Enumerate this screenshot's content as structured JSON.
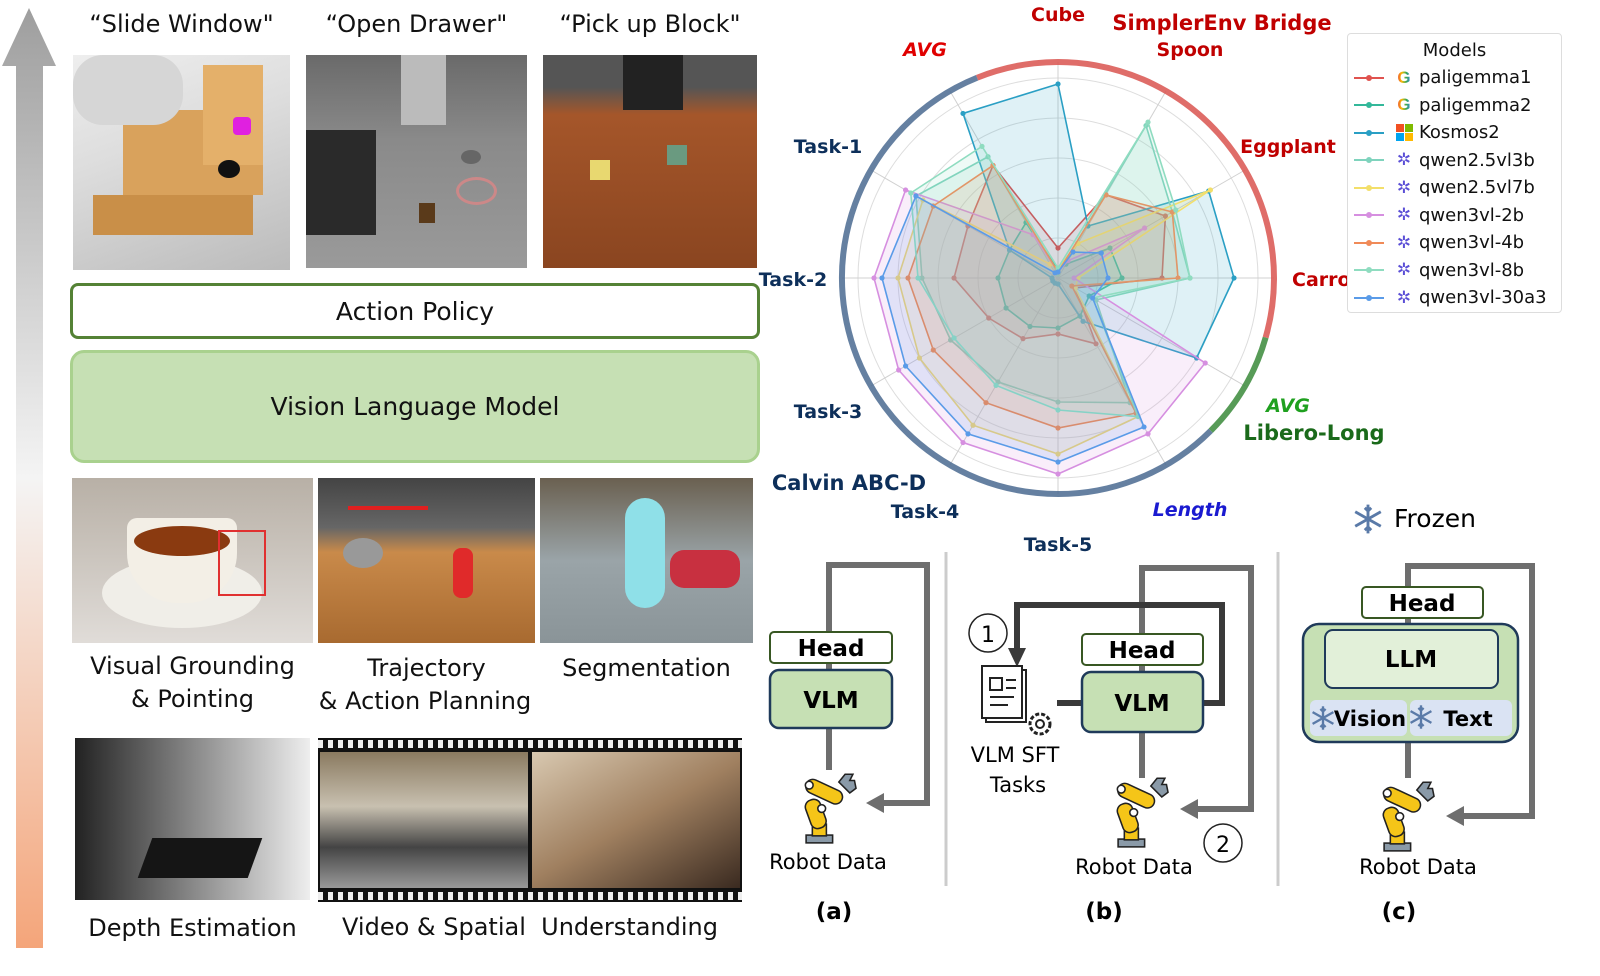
{
  "left": {
    "tasks_top": [
      "“Slide Window\"",
      "“Open Drawer\"",
      "“Pick up Block\""
    ],
    "action_policy": "Action Policy",
    "vlm": "Vision Language Model",
    "caps": {
      "grounding_1": "Visual Grounding",
      "grounding_2": "& Pointing",
      "trajectory_1": "Trajectory",
      "trajectory_2": "& Action Planning",
      "segmentation": "Segmentation",
      "depth": "Depth Estimation",
      "video": "Video & Spatial  Understanding"
    },
    "arrow_colors": [
      "#9e9e9e",
      "#ffffff",
      "#f4a57a"
    ]
  },
  "chart_data": {
    "type": "radar",
    "groups": [
      {
        "name": "SimplerEnv Bridge",
        "color": "#d9534f"
      },
      {
        "name": "Libero-Long",
        "color": "#3a8a3a"
      },
      {
        "name": "Calvin ABC-D",
        "color": "#4a6a90"
      }
    ],
    "axes": [
      "Cube",
      "Spoon",
      "Eggplant",
      "Carrot",
      "AVG",
      "Length",
      "Task-5",
      "Task-4",
      "Task-3",
      "Task-2",
      "Task-1",
      "AVG"
    ],
    "axis_colors": [
      "#c00000",
      "#c00000",
      "#c00000",
      "#c00000",
      "#1fa01f",
      "#1a1ad0",
      "#0d2f5a",
      "#0d2f5a",
      "#0d2f5a",
      "#0d2f5a",
      "#0d2f5a",
      "#e00000"
    ],
    "range": [
      0,
      100
    ],
    "grid": true,
    "legend": {
      "title": "Models",
      "placement": "right"
    },
    "series": [
      {
        "name": "paligemma1",
        "icon": "google-icon",
        "color": "#e0534f",
        "values": [
          15,
          48,
          62,
          52,
          10,
          38,
          28,
          35,
          40,
          52,
          52,
          65
        ]
      },
      {
        "name": "paligemma2",
        "icon": "google-icon",
        "color": "#33b89a",
        "values": [
          4,
          8,
          30,
          32,
          18,
          22,
          25,
          28,
          30,
          30,
          28,
          32
        ]
      },
      {
        "name": "Kosmos2",
        "icon": "microsoft-icon",
        "color": "#2a9fc4",
        "values": [
          97,
          30,
          87,
          88,
          80,
          25,
          3,
          3,
          3,
          3,
          28,
          95
        ]
      },
      {
        "name": "qwen2.5vl3b",
        "icon": "qwen-icon",
        "color": "#7fd3bd",
        "values": [
          2,
          88,
          66,
          66,
          22,
          72,
          62,
          60,
          62,
          68,
          82,
          70
        ]
      },
      {
        "name": "qwen2.5vl7b",
        "icon": "qwen-icon",
        "color": "#f3df6a",
        "values": [
          5,
          20,
          88,
          10,
          10,
          80,
          88,
          85,
          80,
          80,
          78,
          8
        ]
      },
      {
        "name": "qwen3vl-2b",
        "icon": "qwen-icon",
        "color": "#d68fe0",
        "values": [
          3,
          10,
          50,
          8,
          85,
          90,
          98,
          95,
          92,
          92,
          88,
          25
        ]
      },
      {
        "name": "qwen3vl-4b",
        "icon": "qwen-icon",
        "color": "#f08a58",
        "values": [
          3,
          48,
          66,
          60,
          8,
          78,
          75,
          72,
          72,
          75,
          72,
          65
        ]
      },
      {
        "name": "qwen3vl-8b",
        "icon": "qwen-icon",
        "color": "#8fdcc0",
        "values": [
          5,
          90,
          68,
          66,
          20,
          80,
          66,
          62,
          60,
          70,
          85,
          76
        ]
      },
      {
        "name": "qwen3vl-30a3",
        "icon": "qwen-icon",
        "color": "#5a9be8",
        "values": [
          3,
          15,
          25,
          25,
          20,
          86,
          92,
          90,
          88,
          88,
          82,
          3
        ]
      }
    ]
  },
  "panels": {
    "frozen": "Frozen",
    "head": "Head",
    "vlm": "VLM",
    "llm": "LLM",
    "vision": "Vision",
    "text": "Text",
    "robot_data": "Robot Data",
    "sft_1": "VLM SFT",
    "sft_2": "Tasks",
    "step_1": "1",
    "step_2": "2",
    "label_a": "(a)",
    "label_b": "(b)",
    "label_c": "(c)"
  }
}
